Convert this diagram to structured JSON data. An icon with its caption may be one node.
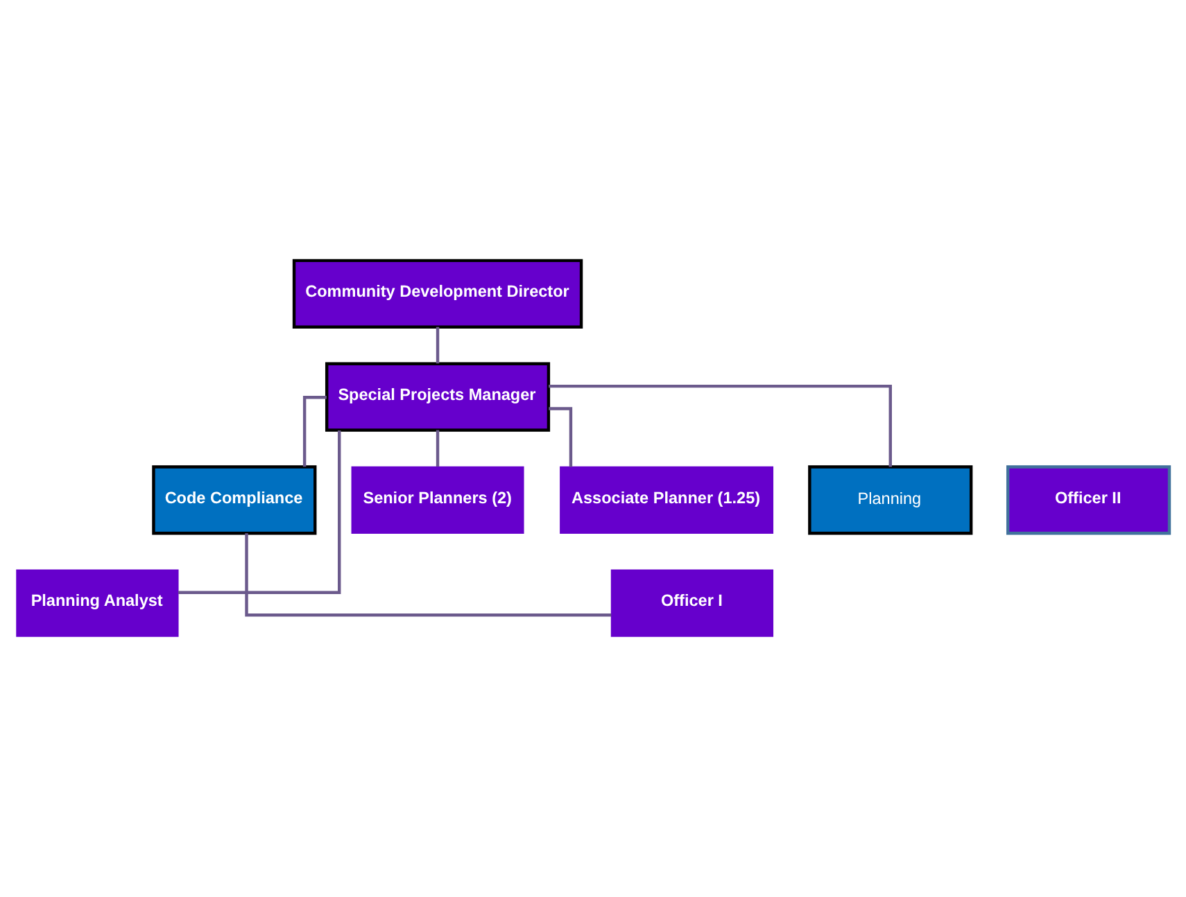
{
  "diagram": {
    "nodes": [
      {
        "text": [
          "Community Development Director"
        ]
      },
      {
        "text": [
          "Special Projects Manager"
        ]
      },
      {
        "text": [
          "Planning"
        ]
      },
      {
        "text": [
          "Code Compliance"
        ]
      },
      {
        "text": [
          "Planning Analyst"
        ]
      },
      {
        "text": [
          "Officer I"
        ]
      },
      {
        "text": [
          "Officer II"
        ]
      },
      {
        "text": [
          "Senior Planners (2)"
        ]
      },
      {
        "text": [
          "Associate Planner (1.25)"
        ]
      }
    ],
    "edges": [
      {
        "from": 0,
        "to": 1,
        "arrow": "none"
      },
      {
        "from": 1,
        "to": 2,
        "arrow": "none"
      },
      {
        "from": 1,
        "to": 3,
        "arrow": "none"
      },
      {
        "from": 3,
        "to": 5,
        "arrow": "none"
      },
      {
        "from": 1,
        "to": 4,
        "arrow": "none"
      },
      {
        "from": 1,
        "to": 7,
        "arrow": "none"
      },
      {
        "from": 1,
        "to": 8,
        "arrow": "none"
      }
    ]
  }
}
